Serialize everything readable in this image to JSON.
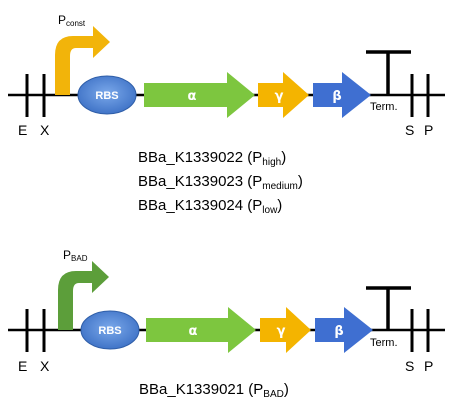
{
  "constructs": [
    {
      "promoter": {
        "main": "P",
        "sub": "const",
        "color": "#f2b40a"
      },
      "parts": {
        "rbs": "RBS",
        "alpha": "α",
        "gamma": "γ",
        "beta": "β",
        "terminator": "Term."
      },
      "sites": {
        "e": "E",
        "x": "X",
        "s": "S",
        "p": "P"
      },
      "captions": [
        {
          "id": "BBa_K1339022",
          "sub": "high"
        },
        {
          "id": "BBa_K1339023",
          "sub": "medium"
        },
        {
          "id": "BBa_K1339024",
          "sub": "low"
        }
      ]
    },
    {
      "promoter": {
        "main": "P",
        "sub": "BAD",
        "color": "#5c9e3a"
      },
      "parts": {
        "rbs": "RBS",
        "alpha": "α",
        "gamma": "γ",
        "beta": "β",
        "terminator": "Term."
      },
      "sites": {
        "e": "E",
        "x": "X",
        "s": "S",
        "p": "P"
      },
      "captions": [
        {
          "id": "BBa_K1339021",
          "sub": "BAD"
        }
      ]
    }
  ],
  "colors": {
    "rbs": "#4a7fcf",
    "alpha": "#7dc63f",
    "gamma": "#f4b400",
    "beta": "#3f6fd1",
    "line": "#000000"
  }
}
